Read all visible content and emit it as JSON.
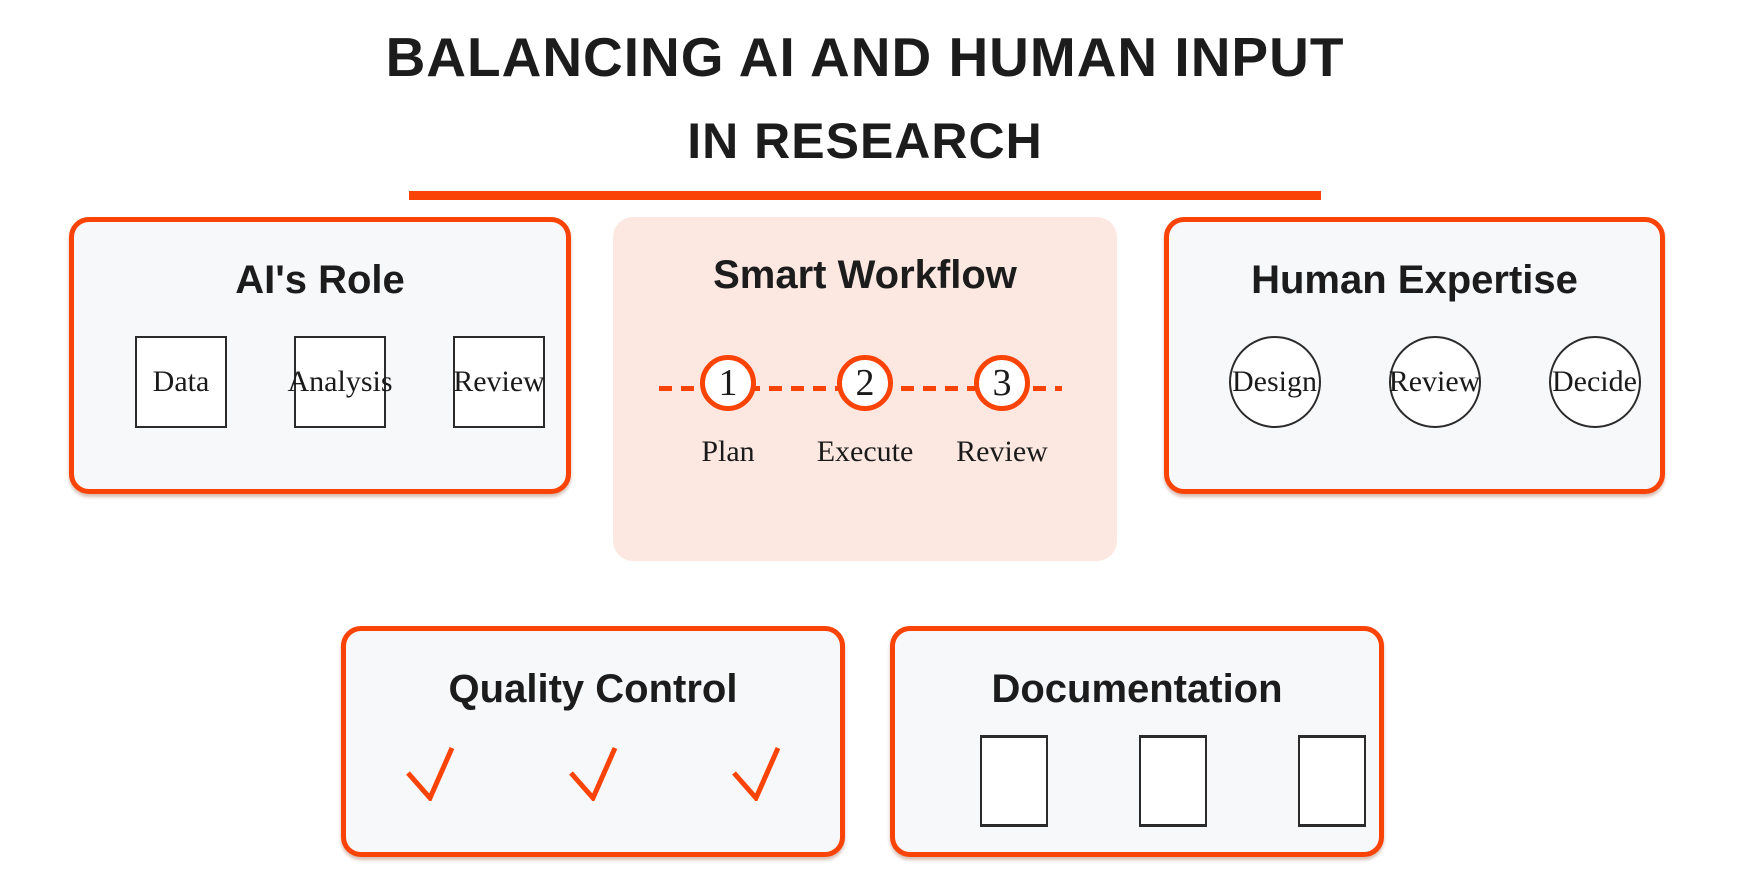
{
  "title": {
    "line1": "BALANCING AI AND HUMAN INPUT",
    "line2": "IN RESEARCH"
  },
  "cards": {
    "ai_role": {
      "title": "AI's Role",
      "items": [
        "Data",
        "Analysis",
        "Review"
      ]
    },
    "smart_workflow": {
      "title": "Smart Workflow",
      "steps": [
        {
          "number": "1",
          "label": "Plan"
        },
        {
          "number": "2",
          "label": "Execute"
        },
        {
          "number": "3",
          "label": "Review"
        }
      ]
    },
    "human_expertise": {
      "title": "Human Expertise",
      "items": [
        "Design",
        "Review",
        "Decide"
      ]
    },
    "quality_control": {
      "title": "Quality Control",
      "check_count": 3
    },
    "documentation": {
      "title": "Documentation",
      "document_count": 3
    }
  },
  "colors": {
    "accent": "#FA4407",
    "peach": "#FDE8E1",
    "card-bg": "#F7F8FA",
    "shape-border": "#2B2B2B",
    "heading": "#1C1C1C",
    "label": "#1A1A1A"
  }
}
